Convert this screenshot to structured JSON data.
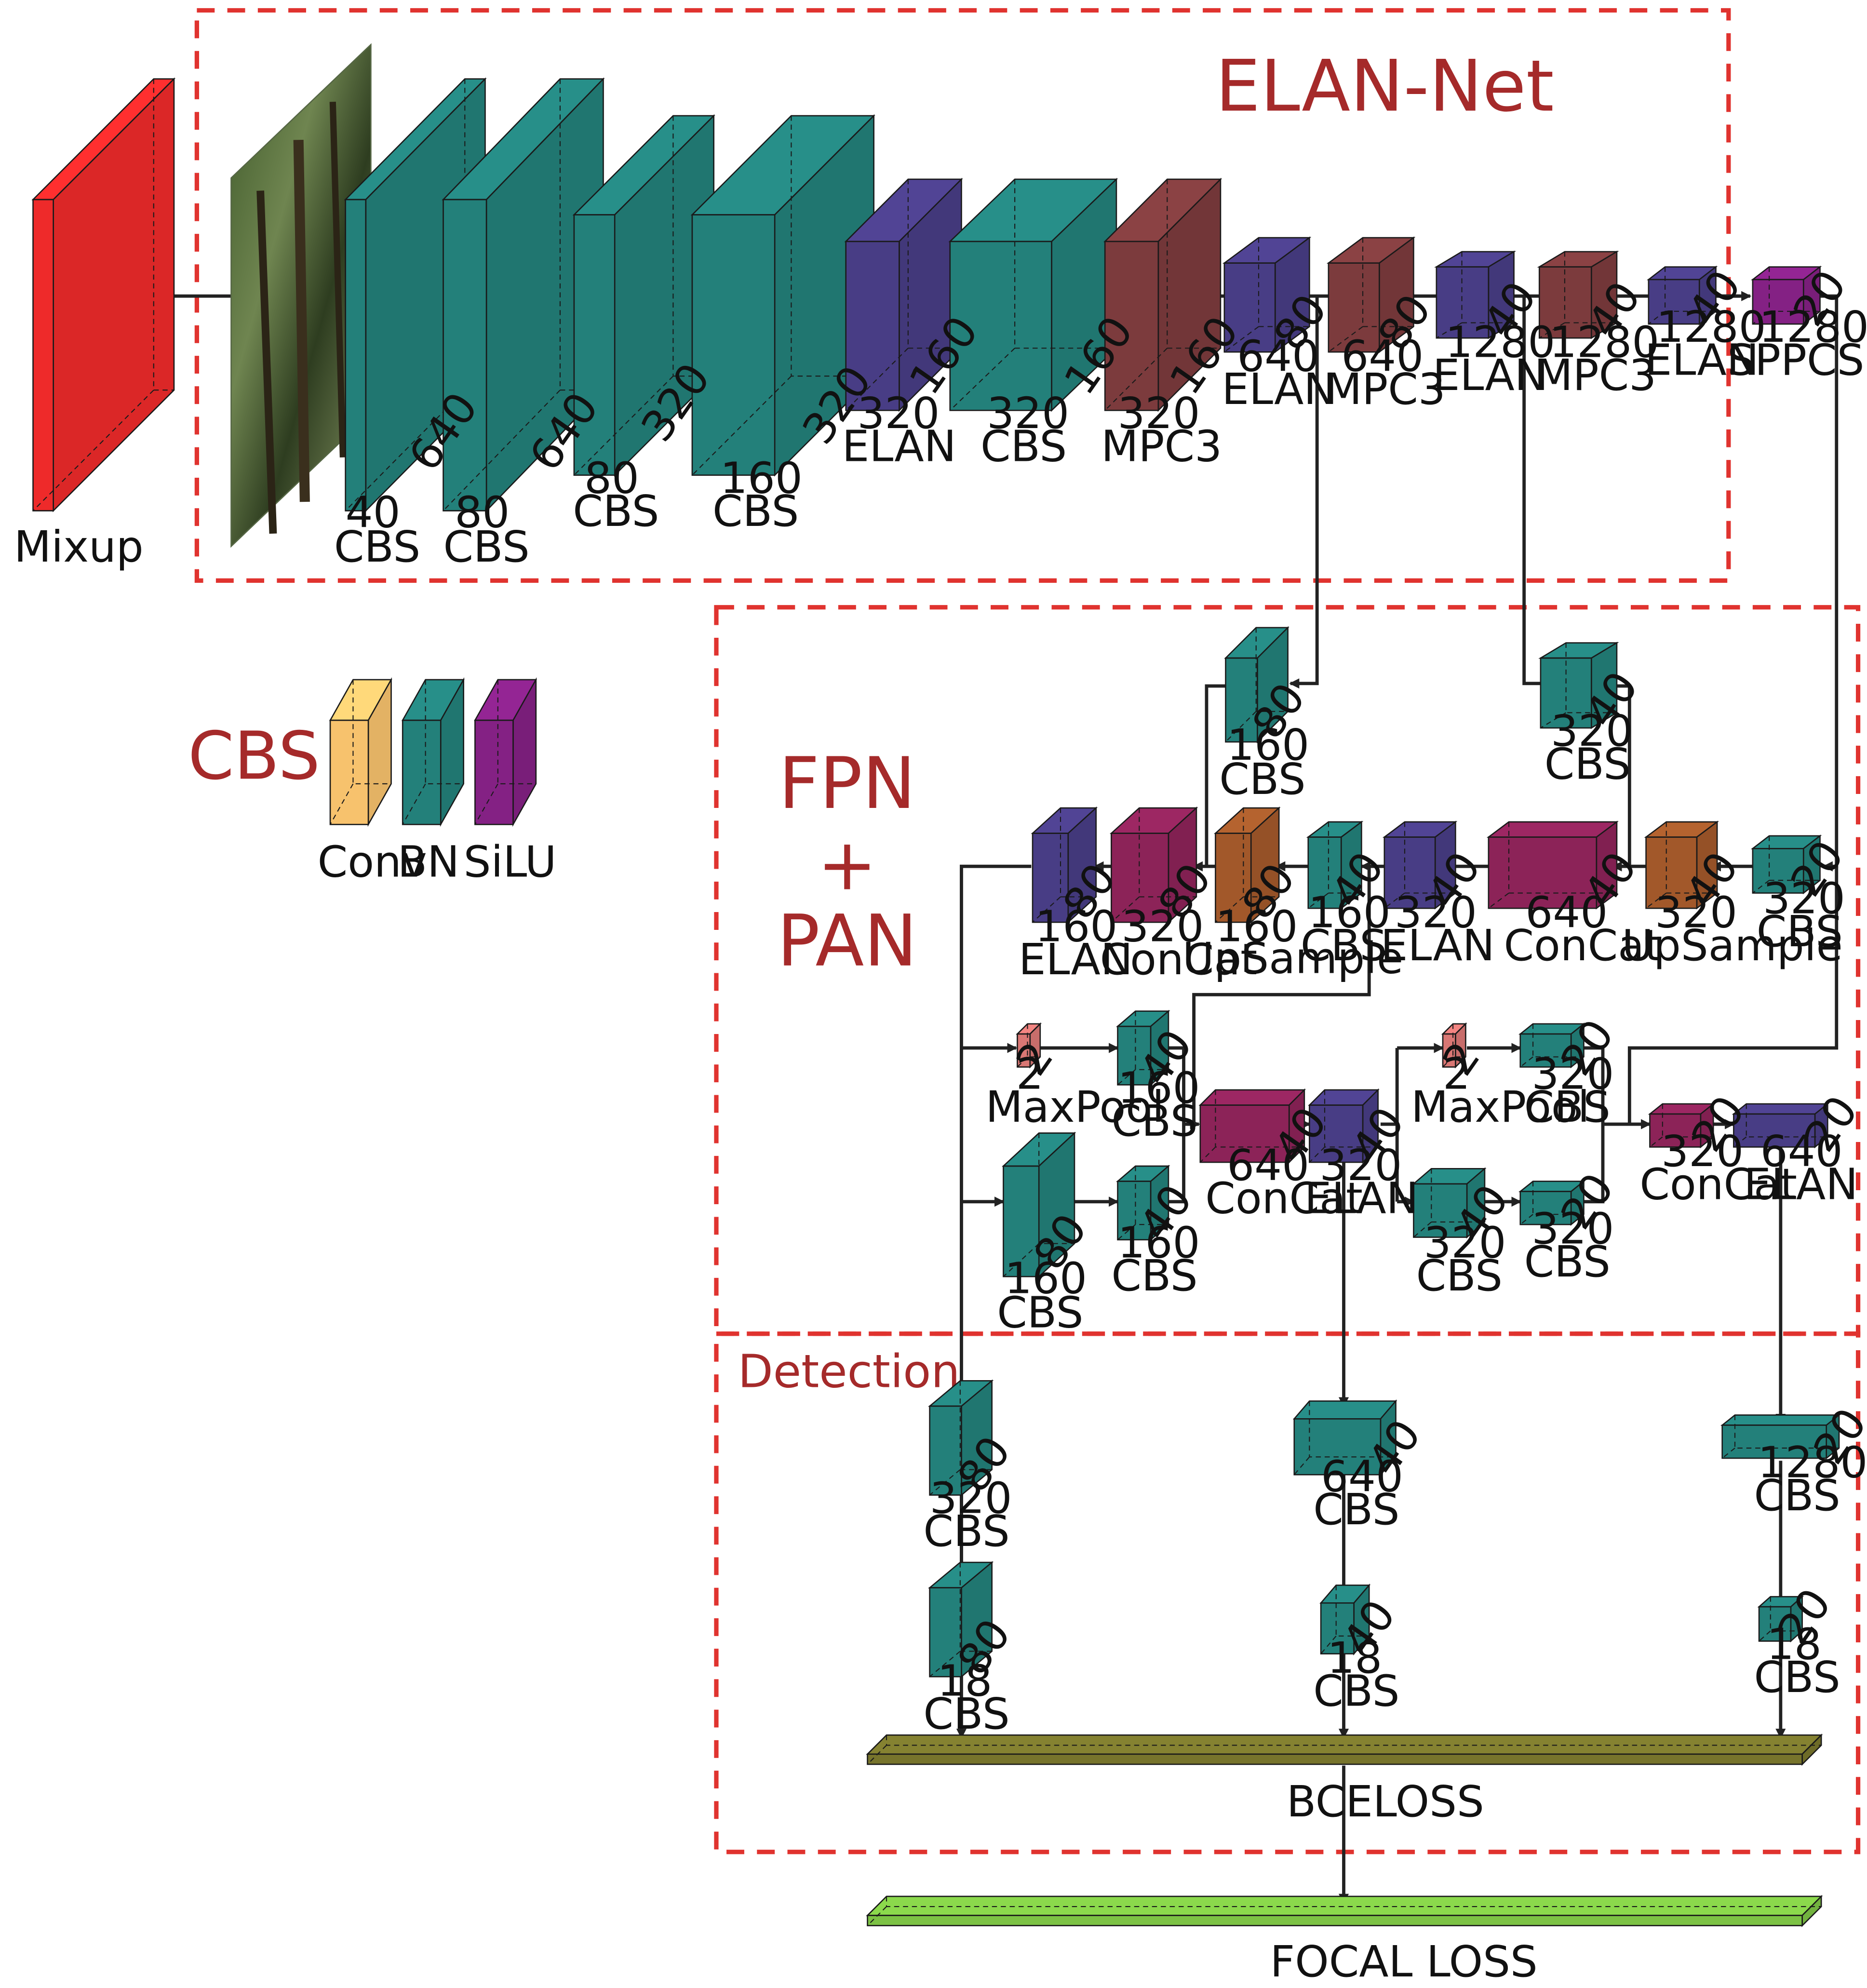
{
  "sections": {
    "backbone": "ELAN-Net",
    "neck_top": "FPN",
    "neck_plus": "+",
    "neck_bottom": "PAN",
    "detection": "Detection",
    "cbs_legend": "CBS"
  },
  "legend": {
    "conv": "Conv",
    "bn": "BN",
    "silu": "SiLU"
  },
  "backbone": {
    "mixup": "Mixup",
    "cbs_1": {
      "size": "40",
      "depth": "640",
      "label": "CBS"
    },
    "cbs_2": {
      "size": "80",
      "depth": "640",
      "label": "CBS"
    },
    "cbs_3": {
      "size": "80",
      "depth": "320",
      "label": "CBS"
    },
    "cbs_4": {
      "size": "160",
      "depth": "320",
      "label": "CBS"
    },
    "elan_1": {
      "size": "320",
      "depth": "160",
      "label": "ELAN"
    },
    "cbs_5": {
      "size": "320",
      "depth": "160",
      "label": "CBS"
    },
    "mpc3_1": {
      "size": "320",
      "depth": "160",
      "label": "MPC3"
    },
    "elan_2": {
      "size": "640",
      "depth": "80",
      "label": "ELAN"
    },
    "mpc3_2": {
      "size": "640",
      "depth": "80",
      "label": "MPC3"
    },
    "elan_3": {
      "size": "1280",
      "depth": "40",
      "label": "ELAN"
    },
    "mpc3_3": {
      "size": "1280",
      "depth": "40",
      "label": "MPC3"
    },
    "elan_4": {
      "size": "1280",
      "depth": "40",
      "label": "ELAN"
    },
    "sppcspc": {
      "size": "1280",
      "depth": "20",
      "label": "SPPCSPC"
    }
  },
  "neck": {
    "cbs_a": {
      "size": "160",
      "depth": "80",
      "label": "CBS"
    },
    "cbs_b": {
      "size": "320",
      "depth": "40",
      "label": "CBS"
    },
    "elan_a": {
      "size": "160",
      "depth": "80",
      "label": "ELAN"
    },
    "concat_a": {
      "size": "320",
      "depth": "80",
      "label": "ConCat"
    },
    "upsample_a": {
      "size": "160",
      "depth": "80",
      "label": "UpSample"
    },
    "cbs_c": {
      "size": "160",
      "depth": "40",
      "label": "CBS"
    },
    "elan_b": {
      "size": "320",
      "depth": "40",
      "label": "ELAN"
    },
    "concat_b": {
      "size": "640",
      "depth": "40",
      "label": "ConCat"
    },
    "upsample_b": {
      "size": "320",
      "depth": "40",
      "label": "UpSample"
    },
    "cbs_d": {
      "size": "320",
      "depth": "20",
      "label": "CBS"
    },
    "maxpool_a": {
      "size": "2",
      "depth": "2",
      "label": "MaxPool"
    },
    "cbs_e": {
      "size": "160",
      "depth": "40",
      "label": "CBS"
    },
    "cbs_f": {
      "size": "160",
      "depth": "80",
      "label": "CBS"
    },
    "cbs_g": {
      "size": "160",
      "depth": "40",
      "label": "CBS"
    },
    "concat_c": {
      "size": "640",
      "depth": "40",
      "label": "ConCat"
    },
    "elan_c": {
      "size": "320",
      "depth": "40",
      "label": "ELAN"
    },
    "maxpool_b": {
      "size": "2",
      "depth": "2",
      "label": "MaxPool"
    },
    "cbs_h": {
      "size": "320",
      "depth": "20",
      "label": "CBS"
    },
    "cbs_i": {
      "size": "320",
      "depth": "40",
      "label": "CBS"
    },
    "cbs_j": {
      "size": "320",
      "depth": "20",
      "label": "CBS"
    },
    "concat_d": {
      "size": "320",
      "depth": "20",
      "label": "ConCat"
    },
    "elan_d": {
      "size": "640",
      "depth": "20",
      "label": "ELAN"
    }
  },
  "detection": {
    "cbs_1": {
      "size": "320",
      "depth": "80",
      "label": "CBS"
    },
    "cbs_2": {
      "size": "18",
      "depth": "80",
      "label": "CBS"
    },
    "cbs_3": {
      "size": "640",
      "depth": "40",
      "label": "CBS"
    },
    "cbs_4": {
      "size": "18",
      "depth": "40",
      "label": "CBS"
    },
    "cbs_5": {
      "size": "1280",
      "depth": "20",
      "label": "CBS"
    },
    "cbs_6": {
      "size": "18",
      "depth": "20",
      "label": "CBS"
    },
    "bceloss": "BCELOSS",
    "focal_loss": "FOCAL LOSS"
  },
  "colors": {
    "mixup": "#ee2a2a",
    "cbs": "#23807a",
    "elan": "#483d85",
    "mpc3": "#7c3b3d",
    "sppcspc": "#842184",
    "concat": "#8c2358",
    "upsample": "#a2582a",
    "maxpool": "#d97774",
    "conv": "#f7c26d",
    "bceloss": "#77742c",
    "focal_loss": "#7cc244"
  }
}
